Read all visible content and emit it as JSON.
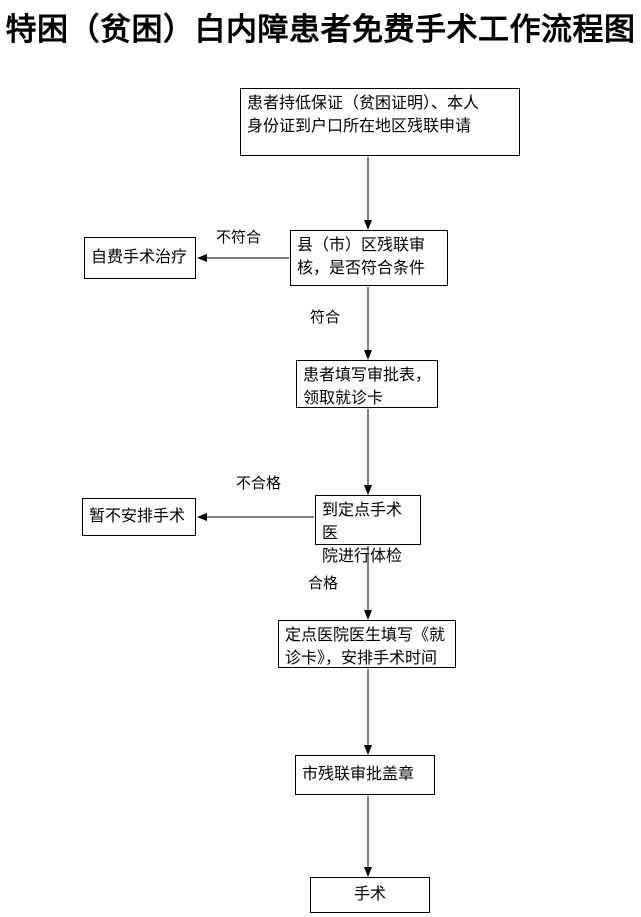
{
  "title": "特困（贫困）白内障患者免费手术工作流程图",
  "flow": {
    "nodes": {
      "apply": "患者持低保证（贫困证明）、本人\n身份证到户口所在地区残联申请",
      "review": "县（市）区残联审\n核，是否符合条件",
      "selfpay": "自费手术治疗",
      "fillform": "患者填写审批表，\n领取就诊卡",
      "checkup": "到定点手术医\n院进行体检",
      "nosurgery": "暂不安排手术",
      "schedule": "定点医院医生填写《就\n诊卡》，安排手术时间",
      "stamp": "市残联审批盖章",
      "surgery": "手术"
    },
    "labels": {
      "not_conform": "不符合",
      "conform": "符合",
      "unqualified": "不合格",
      "qualified": "合格"
    }
  }
}
